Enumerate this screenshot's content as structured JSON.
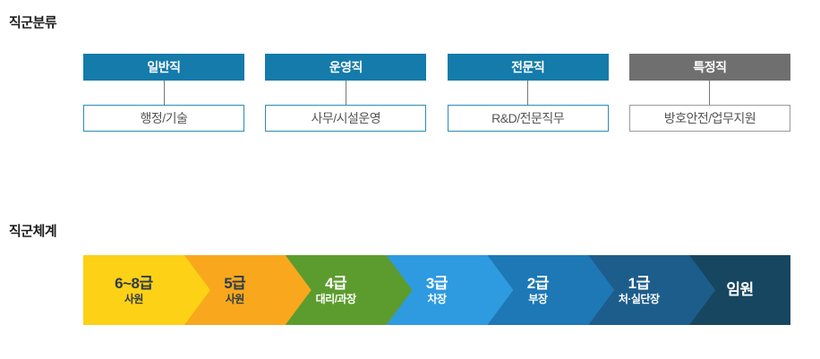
{
  "section_classification": {
    "title": "직군분류",
    "columns": [
      {
        "header": "일반직",
        "header_color": "#147bab",
        "detail": "행정/기술",
        "border_color": "#2b8cb4"
      },
      {
        "header": "운영직",
        "header_color": "#147bab",
        "detail": "사무/시설운영",
        "border_color": "#2b8cb4"
      },
      {
        "header": "전문직",
        "header_color": "#147bab",
        "detail": "R&D/전문직무",
        "border_color": "#2b8cb4"
      },
      {
        "header": "특정직",
        "header_color": "#6f6f6f",
        "detail": "방호안전/업무지원",
        "border_color": "#9a9a9a"
      }
    ]
  },
  "section_hierarchy": {
    "title": "직군체계",
    "levels": [
      {
        "grade": "6~8급",
        "title": "사원",
        "color": "#fdd116",
        "text_color": "#2f3b4c"
      },
      {
        "grade": "5급",
        "title": "사원",
        "color": "#f9a81d",
        "text_color": "#2f3b4c"
      },
      {
        "grade": "4급",
        "title": "대리/과장",
        "color": "#5c9c2e",
        "text_color": "#ffffff"
      },
      {
        "grade": "3급",
        "title": "차장",
        "color": "#2e9ae0",
        "text_color": "#ffffff"
      },
      {
        "grade": "2급",
        "title": "부장",
        "color": "#1d78b5",
        "text_color": "#ffffff"
      },
      {
        "grade": "1급",
        "title": "처·실단장",
        "color": "#1d5d8c",
        "text_color": "#ffffff"
      },
      {
        "grade": "임원",
        "title": "",
        "color": "#174660",
        "text_color": "#ffffff"
      }
    ]
  }
}
